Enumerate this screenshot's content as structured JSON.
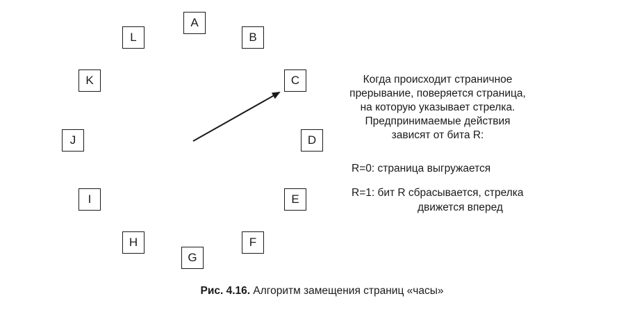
{
  "pages": [
    "A",
    "B",
    "C",
    "D",
    "E",
    "F",
    "G",
    "H",
    "I",
    "J",
    "K",
    "L"
  ],
  "explanation": {
    "lines": [
      "Когда происходит страничное",
      "прерывание, поверяется страница,",
      "на которую указывает стрелка.",
      "Предпринимаемые действия",
      "зависят от бита R:"
    ],
    "rule_r0": "R=0: страница выгружается",
    "rule_r1_line1": "R=1: бит R сбрасывается, стрелка",
    "rule_r1_line2": "движется вперед"
  },
  "caption": {
    "label": "Рис. 4.16.",
    "text": " Алгоритм замещения страниц «часы»"
  }
}
